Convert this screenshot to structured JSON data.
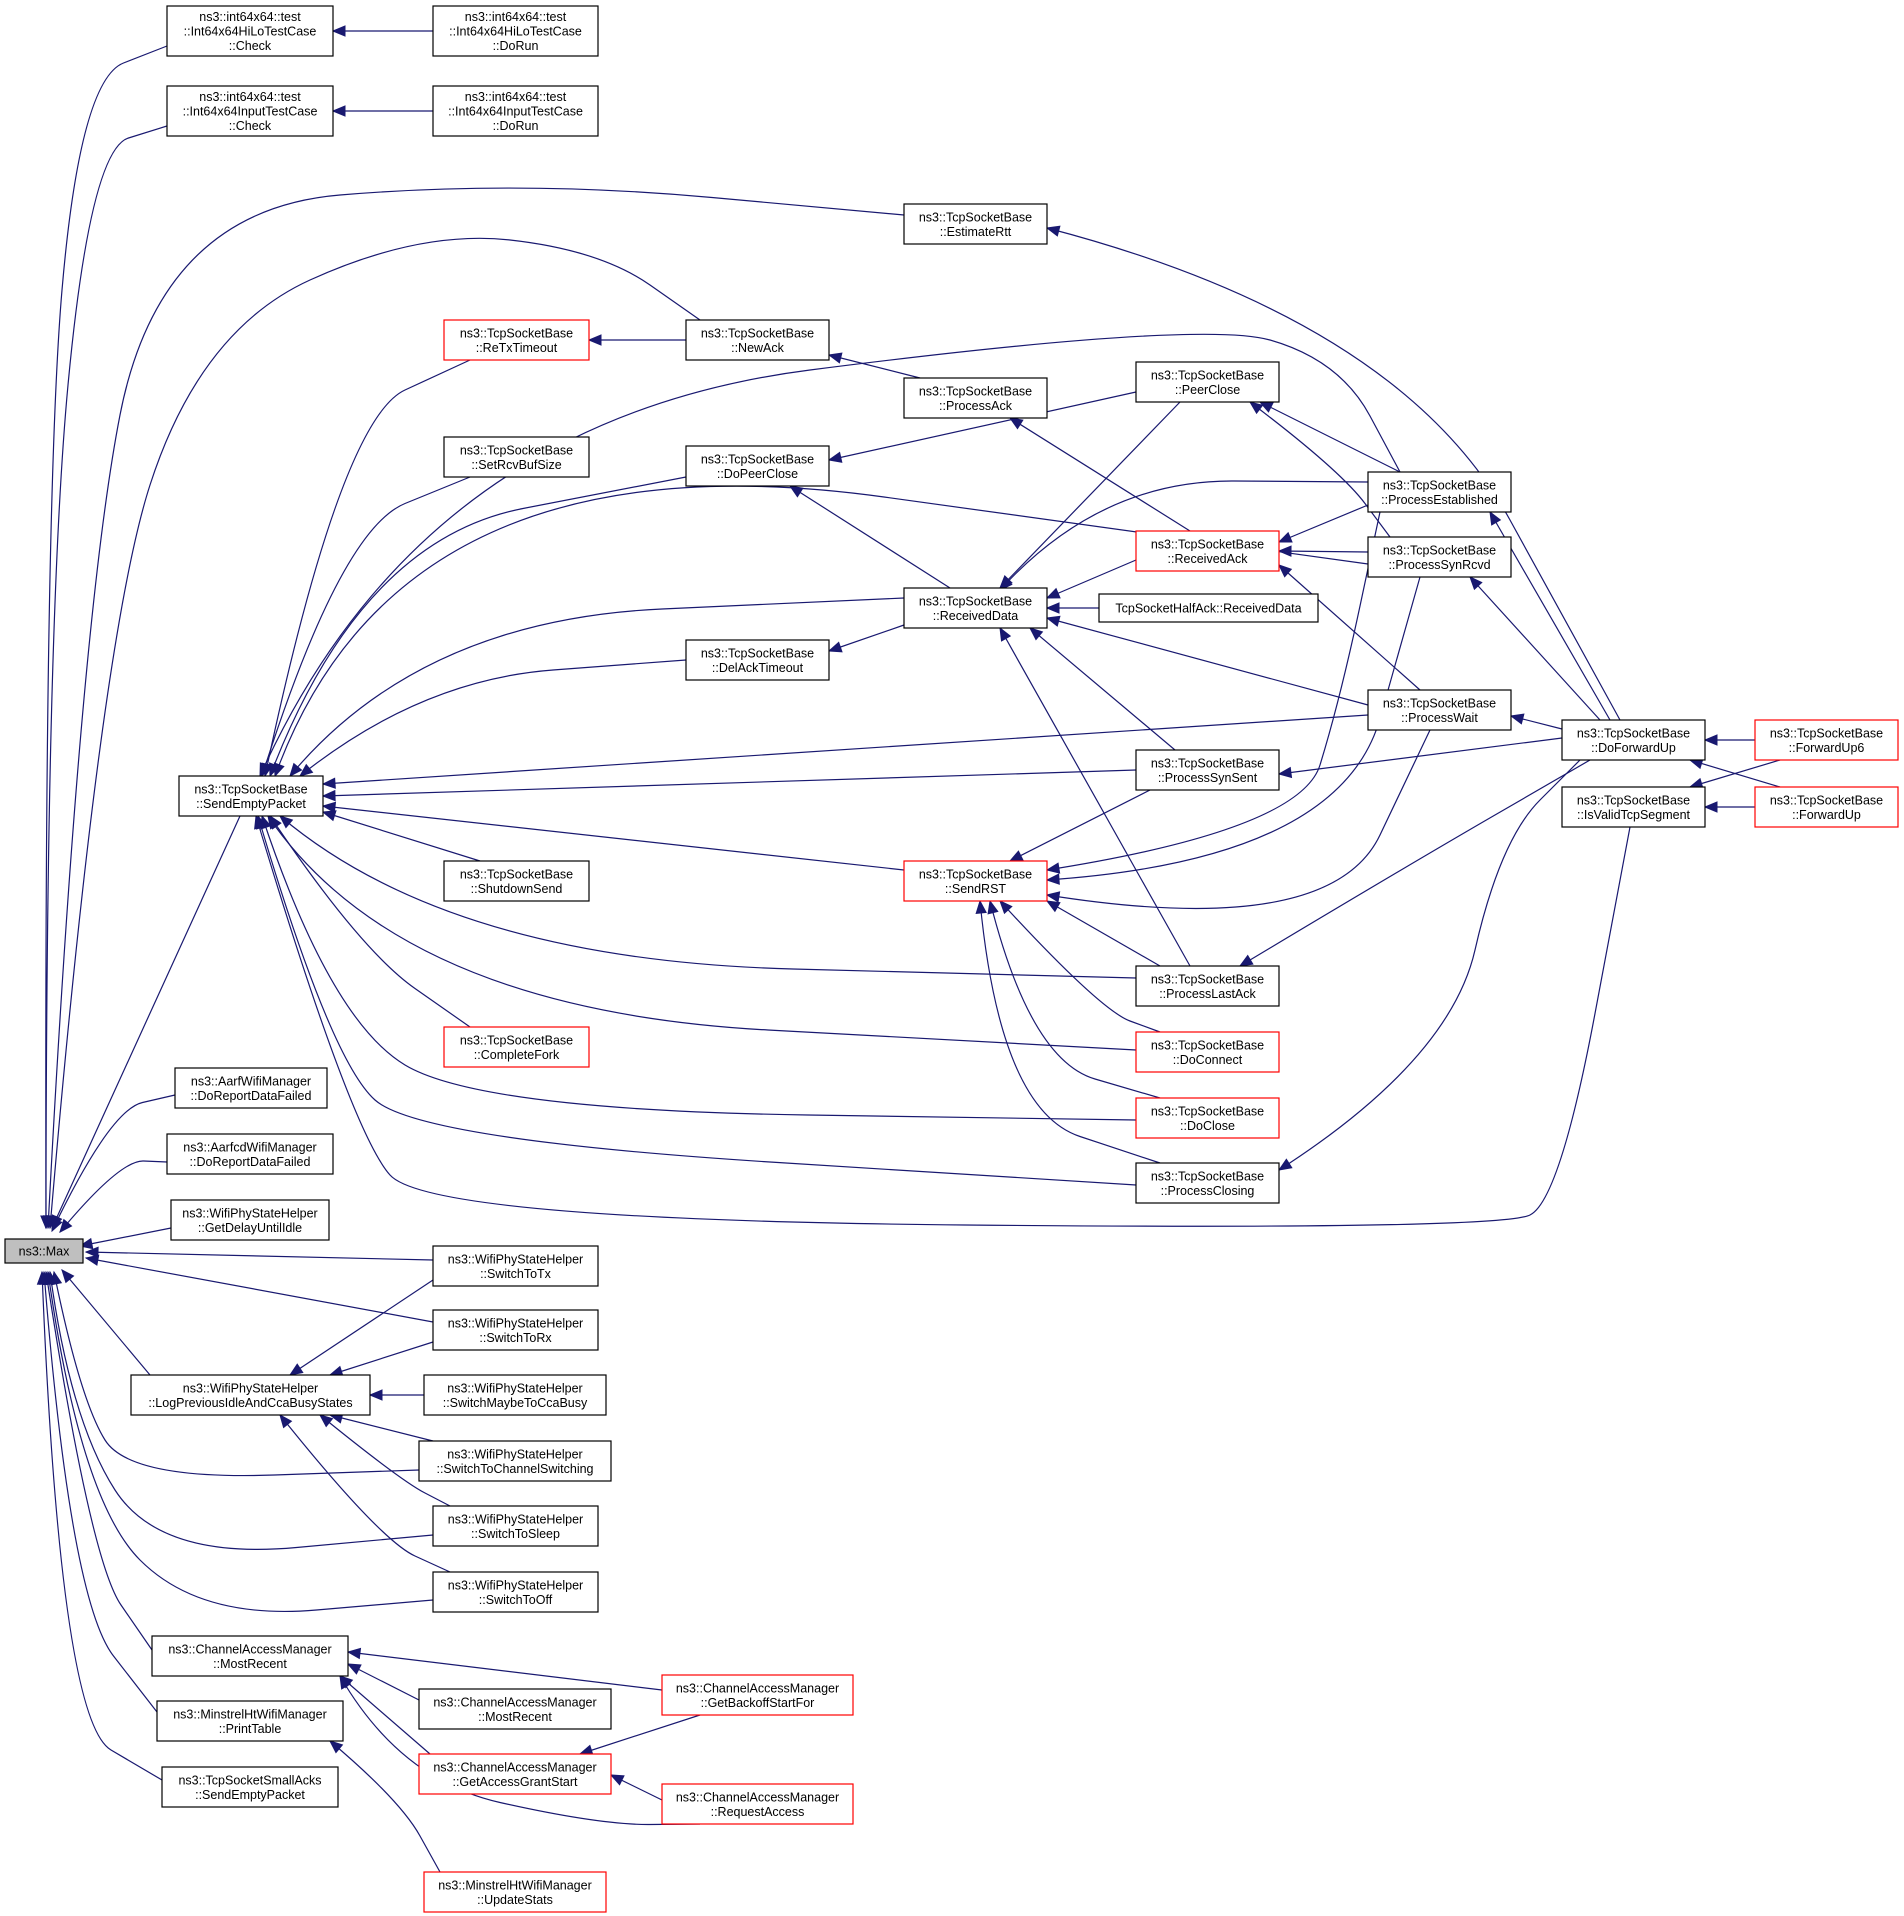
{
  "graph": {
    "root": "max",
    "nodes": {
      "max": {
        "lines": [
          "ns3::Max"
        ],
        "style": "root"
      },
      "hilo_check": {
        "lines": [
          "ns3::int64x64::test",
          "::Int64x64HiLoTestCase",
          "::Check"
        ]
      },
      "hilo_run": {
        "lines": [
          "ns3::int64x64::test",
          "::Int64x64HiLoTestCase",
          "::DoRun"
        ]
      },
      "input_check": {
        "lines": [
          "ns3::int64x64::test",
          "::Int64x64InputTestCase",
          "::Check"
        ]
      },
      "input_run": {
        "lines": [
          "ns3::int64x64::test",
          "::Int64x64InputTestCase",
          "::DoRun"
        ]
      },
      "estimate_rtt": {
        "lines": [
          "ns3::TcpSocketBase",
          "::EstimateRtt"
        ]
      },
      "retx_timeout": {
        "lines": [
          "ns3::TcpSocketBase",
          "::ReTxTimeout"
        ],
        "style": "red"
      },
      "new_ack": {
        "lines": [
          "ns3::TcpSocketBase",
          "::NewAck"
        ]
      },
      "process_ack": {
        "lines": [
          "ns3::TcpSocketBase",
          "::ProcessAck"
        ]
      },
      "peer_close": {
        "lines": [
          "ns3::TcpSocketBase",
          "::PeerClose"
        ]
      },
      "set_rcvbuf": {
        "lines": [
          "ns3::TcpSocketBase",
          "::SetRcvBufSize"
        ]
      },
      "do_peer_close": {
        "lines": [
          "ns3::TcpSocketBase",
          "::DoPeerClose"
        ]
      },
      "process_established": {
        "lines": [
          "ns3::TcpSocketBase",
          "::ProcessEstablished"
        ]
      },
      "received_ack": {
        "lines": [
          "ns3::TcpSocketBase",
          "::ReceivedAck"
        ],
        "style": "red"
      },
      "process_synrcvd": {
        "lines": [
          "ns3::TcpSocketBase",
          "::ProcessSynRcvd"
        ]
      },
      "received_data": {
        "lines": [
          "ns3::TcpSocketBase",
          "::ReceivedData"
        ]
      },
      "half_ack": {
        "lines": [
          "TcpSocketHalfAck::ReceivedData"
        ]
      },
      "del_ack": {
        "lines": [
          "ns3::TcpSocketBase",
          "::DelAckTimeout"
        ]
      },
      "process_wait": {
        "lines": [
          "ns3::TcpSocketBase",
          "::ProcessWait"
        ]
      },
      "do_forward_up": {
        "lines": [
          "ns3::TcpSocketBase",
          "::DoForwardUp"
        ]
      },
      "forward_up6": {
        "lines": [
          "ns3::TcpSocketBase",
          "::ForwardUp6"
        ],
        "style": "red"
      },
      "send_empty": {
        "lines": [
          "ns3::TcpSocketBase",
          "::SendEmptyPacket"
        ]
      },
      "process_synsent": {
        "lines": [
          "ns3::TcpSocketBase",
          "::ProcessSynSent"
        ]
      },
      "is_valid": {
        "lines": [
          "ns3::TcpSocketBase",
          "::IsValidTcpSegment"
        ]
      },
      "forward_up": {
        "lines": [
          "ns3::TcpSocketBase",
          "::ForwardUp"
        ],
        "style": "red"
      },
      "send_rst": {
        "lines": [
          "ns3::TcpSocketBase",
          "::SendRST"
        ],
        "style": "red"
      },
      "shutdown_send": {
        "lines": [
          "ns3::TcpSocketBase",
          "::ShutdownSend"
        ]
      },
      "process_lastack": {
        "lines": [
          "ns3::TcpSocketBase",
          "::ProcessLastAck"
        ]
      },
      "complete_fork": {
        "lines": [
          "ns3::TcpSocketBase",
          "::CompleteFork"
        ],
        "style": "red"
      },
      "do_connect": {
        "lines": [
          "ns3::TcpSocketBase",
          "::DoConnect"
        ],
        "style": "red"
      },
      "aarf": {
        "lines": [
          "ns3::AarfWifiManager",
          "::DoReportDataFailed"
        ]
      },
      "do_close": {
        "lines": [
          "ns3::TcpSocketBase",
          "::DoClose"
        ],
        "style": "red"
      },
      "aarfcd": {
        "lines": [
          "ns3::AarfcdWifiManager",
          "::DoReportDataFailed"
        ]
      },
      "process_closing": {
        "lines": [
          "ns3::TcpSocketBase",
          "::ProcessClosing"
        ]
      },
      "get_delay": {
        "lines": [
          "ns3::WifiPhyStateHelper",
          "::GetDelayUntilIdle"
        ]
      },
      "switch_tx": {
        "lines": [
          "ns3::WifiPhyStateHelper",
          "::SwitchToTx"
        ]
      },
      "switch_rx": {
        "lines": [
          "ns3::WifiPhyStateHelper",
          "::SwitchToRx"
        ]
      },
      "log_prev": {
        "lines": [
          "ns3::WifiPhyStateHelper",
          "::LogPreviousIdleAndCcaBusyStates"
        ]
      },
      "switch_maybe": {
        "lines": [
          "ns3::WifiPhyStateHelper",
          "::SwitchMaybeToCcaBusy"
        ]
      },
      "switch_chan": {
        "lines": [
          "ns3::WifiPhyStateHelper",
          "::SwitchToChannelSwitching"
        ]
      },
      "switch_sleep": {
        "lines": [
          "ns3::WifiPhyStateHelper",
          "::SwitchToSleep"
        ]
      },
      "switch_off": {
        "lines": [
          "ns3::WifiPhyStateHelper",
          "::SwitchToOff"
        ]
      },
      "most_recent_a": {
        "lines": [
          "ns3::ChannelAccessManager",
          "::MostRecent"
        ]
      },
      "get_backoff": {
        "lines": [
          "ns3::ChannelAccessManager",
          "::GetBackoffStartFor"
        ],
        "style": "red"
      },
      "most_recent_b": {
        "lines": [
          "ns3::ChannelAccessManager",
          "::MostRecent"
        ]
      },
      "print_table": {
        "lines": [
          "ns3::MinstrelHtWifiManager",
          "::PrintTable"
        ]
      },
      "get_access": {
        "lines": [
          "ns3::ChannelAccessManager",
          "::GetAccessGrantStart"
        ],
        "style": "red"
      },
      "request_access": {
        "lines": [
          "ns3::ChannelAccessManager",
          "::RequestAccess"
        ],
        "style": "red"
      },
      "small_acks": {
        "lines": [
          "ns3::TcpSocketSmallAcks",
          "::SendEmptyPacket"
        ]
      },
      "update_stats": {
        "lines": [
          "ns3::MinstrelHtWifiManager",
          "::UpdateStats"
        ],
        "style": "red"
      }
    },
    "edges": [
      [
        "max",
        "hilo_check"
      ],
      [
        "max",
        "input_check"
      ],
      [
        "max",
        "estimate_rtt"
      ],
      [
        "max",
        "new_ack"
      ],
      [
        "max",
        "send_empty"
      ],
      [
        "max",
        "aarf"
      ],
      [
        "max",
        "aarfcd"
      ],
      [
        "max",
        "get_delay"
      ],
      [
        "max",
        "switch_tx"
      ],
      [
        "max",
        "switch_rx"
      ],
      [
        "max",
        "log_prev"
      ],
      [
        "max",
        "switch_chan"
      ],
      [
        "max",
        "switch_sleep"
      ],
      [
        "max",
        "switch_off"
      ],
      [
        "max",
        "most_recent_a"
      ],
      [
        "max",
        "print_table"
      ],
      [
        "max",
        "small_acks"
      ],
      [
        "hilo_check",
        "hilo_run"
      ],
      [
        "input_check",
        "input_run"
      ],
      [
        "estimate_rtt",
        "do_forward_up"
      ],
      [
        "retx_timeout",
        "new_ack"
      ],
      [
        "new_ack",
        "process_ack"
      ],
      [
        "process_ack",
        "received_ack"
      ],
      [
        "peer_close",
        "process_established"
      ],
      [
        "peer_close",
        "process_synrcvd"
      ],
      [
        "do_peer_close",
        "peer_close"
      ],
      [
        "do_peer_close",
        "received_data"
      ],
      [
        "process_established",
        "do_forward_up"
      ],
      [
        "received_ack",
        "process_established"
      ],
      [
        "received_ack",
        "process_synrcvd"
      ],
      [
        "received_ack",
        "process_wait"
      ],
      [
        "process_synrcvd",
        "do_forward_up"
      ],
      [
        "received_data",
        "peer_close"
      ],
      [
        "received_data",
        "process_established"
      ],
      [
        "received_data",
        "received_ack"
      ],
      [
        "received_data",
        "half_ack"
      ],
      [
        "received_data",
        "process_wait"
      ],
      [
        "received_data",
        "process_synsent"
      ],
      [
        "received_data",
        "process_lastack"
      ],
      [
        "del_ack",
        "received_data"
      ],
      [
        "process_wait",
        "do_forward_up"
      ],
      [
        "do_forward_up",
        "forward_up6"
      ],
      [
        "do_forward_up",
        "forward_up"
      ],
      [
        "is_valid",
        "forward_up6"
      ],
      [
        "is_valid",
        "forward_up"
      ],
      [
        "process_synsent",
        "do_forward_up"
      ],
      [
        "process_lastack",
        "do_forward_up"
      ],
      [
        "process_closing",
        "do_forward_up"
      ],
      [
        "send_empty",
        "retx_timeout"
      ],
      [
        "send_empty",
        "do_peer_close"
      ],
      [
        "send_empty",
        "set_rcvbuf"
      ],
      [
        "send_empty",
        "process_synrcvd"
      ],
      [
        "send_empty",
        "received_data"
      ],
      [
        "send_empty",
        "del_ack"
      ],
      [
        "send_empty",
        "process_established"
      ],
      [
        "send_empty",
        "process_wait"
      ],
      [
        "send_empty",
        "process_synsent"
      ],
      [
        "send_empty",
        "send_rst"
      ],
      [
        "send_empty",
        "shutdown_send"
      ],
      [
        "send_empty",
        "process_lastack"
      ],
      [
        "send_empty",
        "complete_fork"
      ],
      [
        "send_empty",
        "do_connect"
      ],
      [
        "send_empty",
        "do_close"
      ],
      [
        "send_empty",
        "process_closing"
      ],
      [
        "send_empty",
        "is_valid"
      ],
      [
        "send_rst",
        "process_synsent"
      ],
      [
        "send_rst",
        "process_established"
      ],
      [
        "send_rst",
        "process_synrcvd"
      ],
      [
        "send_rst",
        "process_wait"
      ],
      [
        "send_rst",
        "process_lastack"
      ],
      [
        "send_rst",
        "do_connect"
      ],
      [
        "send_rst",
        "do_close"
      ],
      [
        "send_rst",
        "process_closing"
      ],
      [
        "log_prev",
        "switch_tx"
      ],
      [
        "log_prev",
        "switch_rx"
      ],
      [
        "log_prev",
        "switch_maybe"
      ],
      [
        "log_prev",
        "switch_chan"
      ],
      [
        "log_prev",
        "switch_sleep"
      ],
      [
        "log_prev",
        "switch_off"
      ],
      [
        "most_recent_a",
        "get_backoff"
      ],
      [
        "most_recent_a",
        "most_recent_b"
      ],
      [
        "most_recent_a",
        "get_access"
      ],
      [
        "most_recent_a",
        "request_access"
      ],
      [
        "get_access",
        "get_backoff"
      ],
      [
        "get_access",
        "request_access"
      ],
      [
        "print_table",
        "update_stats"
      ]
    ]
  }
}
